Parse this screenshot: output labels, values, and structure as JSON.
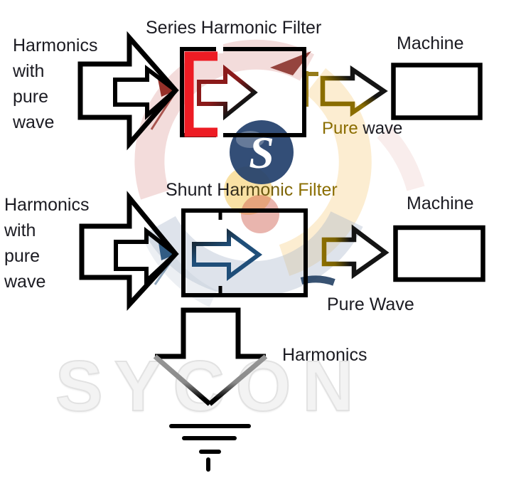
{
  "watermark_text": "SYCON",
  "logo": {
    "monogram": "S"
  },
  "colors": {
    "text": "#1b1b22",
    "filter_bracket_red": "#ED1C24",
    "series_arrow_red": "#8B1A1A",
    "shunt_arrow_blue": "#1F4E79",
    "pure_wave_gold": "#8A6D00"
  },
  "series_section": {
    "title": "Series Harmonic Filter",
    "input_label_lines": [
      "Harmonics",
      "with",
      "pure",
      "wave"
    ],
    "machine_label": "Machine",
    "output_label_gold": "Pure",
    "output_label_rest": " wave"
  },
  "shunt_section": {
    "title": "Shunt Harmonic Filter",
    "input_label_lines": [
      "Harmonics",
      "with",
      "pure",
      "wave"
    ],
    "machine_label": "Machine",
    "output_label": "Pure Wave",
    "ground_label": "Harmonics"
  }
}
